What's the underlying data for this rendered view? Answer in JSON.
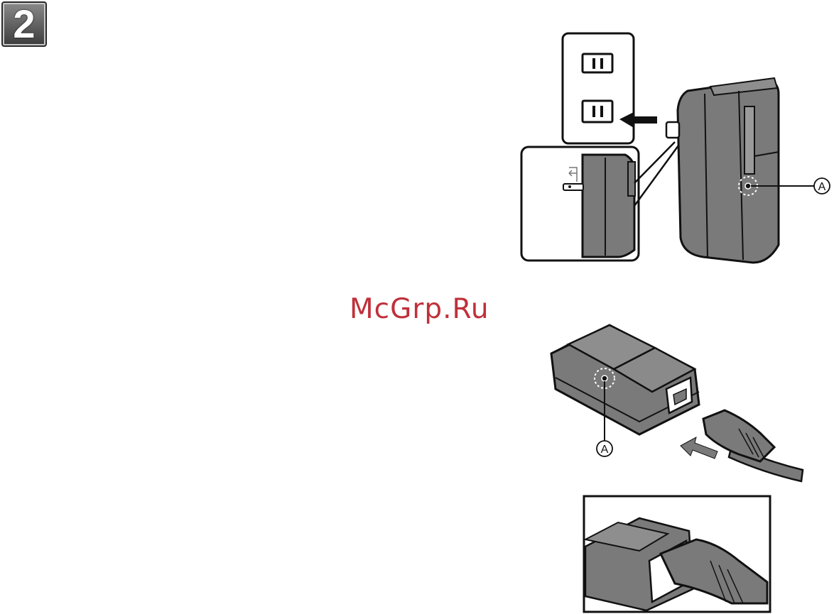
{
  "step": {
    "number": "2"
  },
  "watermark": {
    "text": "McGrp.Ru"
  },
  "callouts": {
    "a_top": "A",
    "a_bottom": "A"
  },
  "icons": {
    "wall_outlet": "wall-outlet-icon",
    "charger": "charger-icon",
    "arrow": "insert-arrow-icon",
    "power_cord": "power-cord-icon"
  },
  "colors": {
    "watermark": "#c0303a",
    "device_fill": "#7a7a7a",
    "outline": "#111111"
  }
}
